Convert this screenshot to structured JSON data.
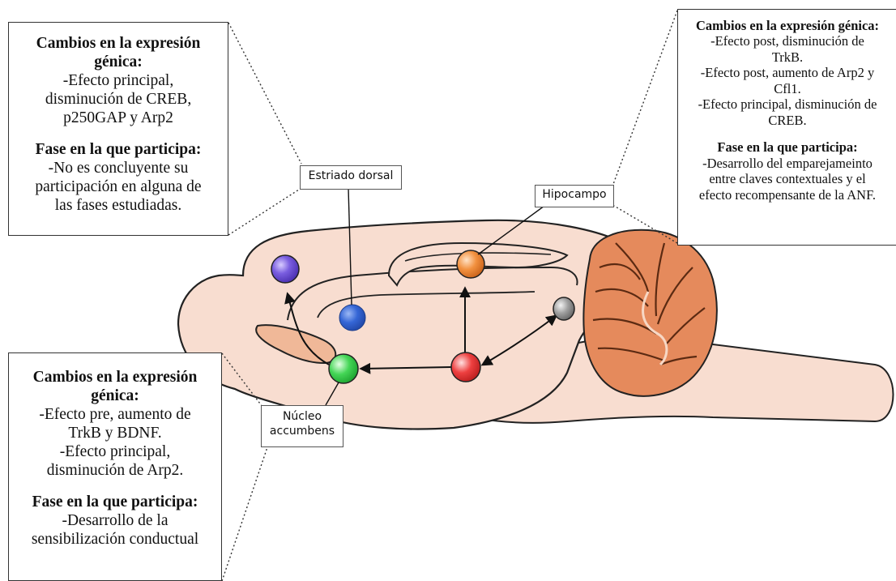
{
  "callouts": {
    "left_top": {
      "heading1": "Cambios en la expresión",
      "heading2": "génica:",
      "lines": [
        "-Efecto principal,",
        "disminución de CREB,",
        "p250GAP y Arp2"
      ],
      "phase_heading": "Fase en la que participa:",
      "phase_lines": [
        "-No es concluyente su",
        "participación en alguna de",
        "las fases estudiadas."
      ]
    },
    "left_bottom": {
      "heading1": "Cambios en la expresión",
      "heading2": "génica:",
      "lines": [
        "-Efecto pre, aumento de",
        "TrkB y BDNF.",
        "-Efecto principal,",
        "disminución de Arp2."
      ],
      "phase_heading": "Fase en la que participa:",
      "phase_lines": [
        "-Desarrollo de la",
        "sensibilización conductual"
      ]
    },
    "right": {
      "heading": "Cambios en la expresión génica:",
      "lines": [
        "-Efecto post, disminución de",
        "TrkB.",
        "-Efecto post, aumento de Arp2 y",
        "Cfl1.",
        "-Efecto principal, disminución de",
        "CREB."
      ],
      "phase_heading": "Fase en la que participa:",
      "phase_lines": [
        "-Desarrollo del emparejameinto",
        "entre claves contextuales y el",
        "efecto recompensante de la ANF."
      ]
    }
  },
  "region_labels": {
    "estriado": "Estriado dorsal",
    "hipocampo": "Hipocampo",
    "nucleo_line1": "Núcleo",
    "nucleo_line2": "accumbens"
  },
  "nodes": [
    {
      "name": "prefrontal-cortex-node",
      "color": "#6a4fd8"
    },
    {
      "name": "dorsal-striatum-node",
      "color": "#2f62d3"
    },
    {
      "name": "hippocampus-node",
      "color": "#f0883a"
    },
    {
      "name": "nucleus-accumbens-node",
      "color": "#33cc44"
    },
    {
      "name": "vta-node",
      "color": "#e63333"
    },
    {
      "name": "gray-node",
      "color": "#8a8a8a"
    }
  ],
  "colors": {
    "brain": "#f8ddd0",
    "brain_outline": "#222222",
    "cerebellum": "#e58a5c",
    "olfactory": "#f0b898"
  }
}
